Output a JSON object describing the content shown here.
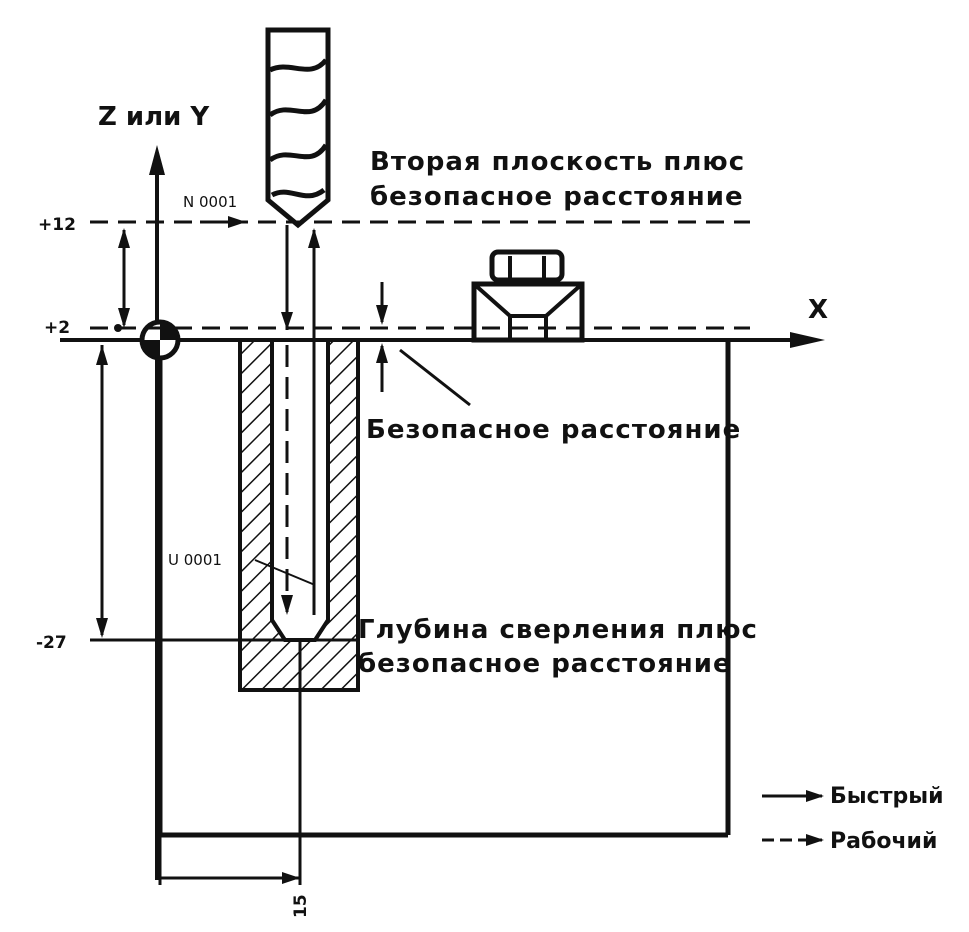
{
  "axes": {
    "vertical_label": "Z или Y",
    "horizontal_label": "X"
  },
  "ticks": {
    "top": "+12",
    "surface": "+2",
    "bottom": "-27"
  },
  "blocks": {
    "start": "N 0001",
    "depth": "U 0001"
  },
  "callouts": {
    "second_plane_line1": "Вторая плоскость плюс",
    "second_plane_line2": "безопасное расстояние",
    "safety_distance": "Безопасное расстояние",
    "drill_depth_line1": "Глубина сверления плюс",
    "drill_depth_line2": "безопасное расстояние"
  },
  "dimension": {
    "bottom_label": "15"
  },
  "legend": {
    "rapid": "Быстрый",
    "feed": "Рабочий"
  },
  "colors": {
    "ink": "#111111",
    "paper": "#ffffff"
  }
}
